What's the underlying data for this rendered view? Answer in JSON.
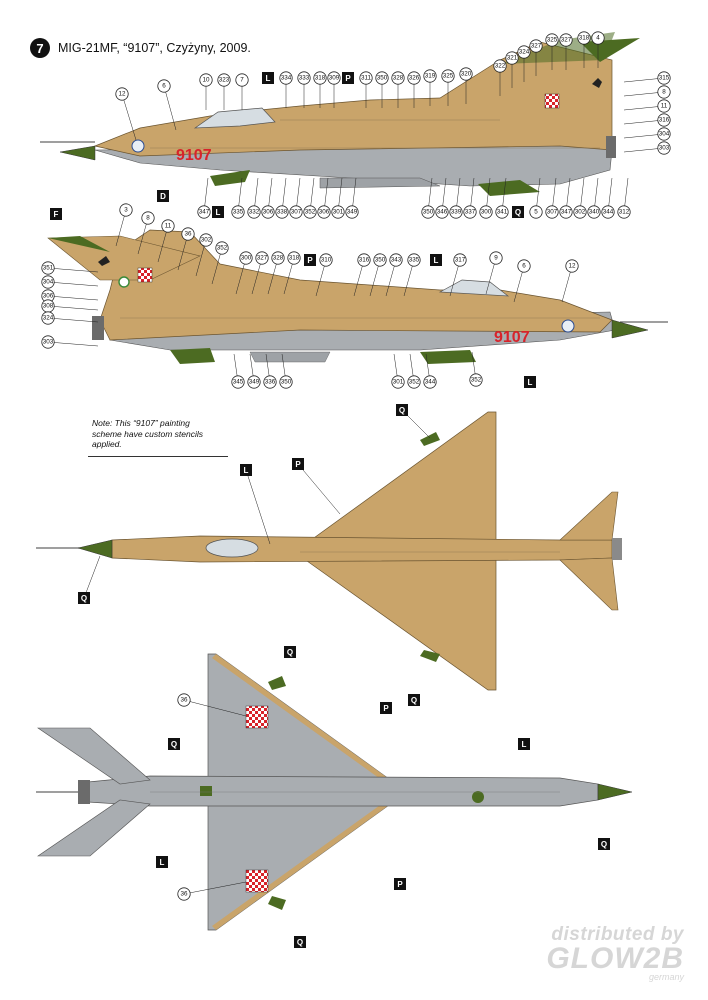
{
  "header": {
    "step_number": "7",
    "title": "MIG-21MF, “9107”, Czyżyny, 2009."
  },
  "note": {
    "text": "Note: This “9107” painting scheme have custom stencils applied."
  },
  "aircraft": {
    "serial": "9107",
    "colors": {
      "desert_tan": "#c9a46a",
      "light_grey": "#a9adb1",
      "dark_green": "#4c6b22",
      "red_marking": "#d8232a",
      "canopy": "#d6dde2"
    }
  },
  "views": {
    "left_side": {
      "tags_top": [
        "L",
        "P"
      ],
      "tags_bottom": [
        "D",
        "L",
        "Q"
      ],
      "callouts_top": [
        "10",
        "323",
        "7",
        "334",
        "333",
        "318",
        "309",
        "311",
        "350",
        "328",
        "326",
        "319",
        "325",
        "320",
        "322",
        "321",
        "324",
        "327",
        "325",
        "327",
        "318",
        "4"
      ],
      "callouts_right": [
        "315",
        "8",
        "11",
        "316",
        "304",
        "303"
      ],
      "callouts_left": [
        "12",
        "6"
      ],
      "callouts_bottom": [
        "347",
        "335",
        "332",
        "306",
        "338",
        "307",
        "352",
        "306",
        "301",
        "349",
        "350",
        "346",
        "339",
        "337",
        "300",
        "341",
        "5",
        "307",
        "347",
        "302",
        "340",
        "344",
        "312"
      ]
    },
    "right_side": {
      "tags_top": [
        "F",
        "P",
        "L"
      ],
      "tags_bottom": [
        "L"
      ],
      "callouts_top": [
        "3",
        "8",
        "11",
        "36",
        "302",
        "352",
        "300",
        "327",
        "328",
        "318",
        "310",
        "316",
        "350",
        "343",
        "335",
        "317",
        "9",
        "6",
        "12"
      ],
      "callouts_left": [
        "351",
        "304",
        "306",
        "308",
        "324",
        "303"
      ],
      "callouts_bottom": [
        "345",
        "349",
        "336",
        "350",
        "301",
        "352",
        "344",
        "352"
      ]
    },
    "top_view": {
      "tags": [
        "Q",
        "L",
        "P",
        "Q"
      ]
    },
    "bottom_view": {
      "tags": [
        "Q",
        "P",
        "Q",
        "L",
        "Q",
        "L",
        "P",
        "Q",
        "Q"
      ],
      "callouts": [
        "36",
        "36"
      ]
    }
  },
  "watermark": {
    "line1": "distributed by",
    "line2": "GLOW2B",
    "line3": "germany"
  },
  "icons": [
    "step-badge",
    "polish-checkerboard-roundel",
    "unit-badge-icon",
    "eagle-emblem-icon"
  ]
}
